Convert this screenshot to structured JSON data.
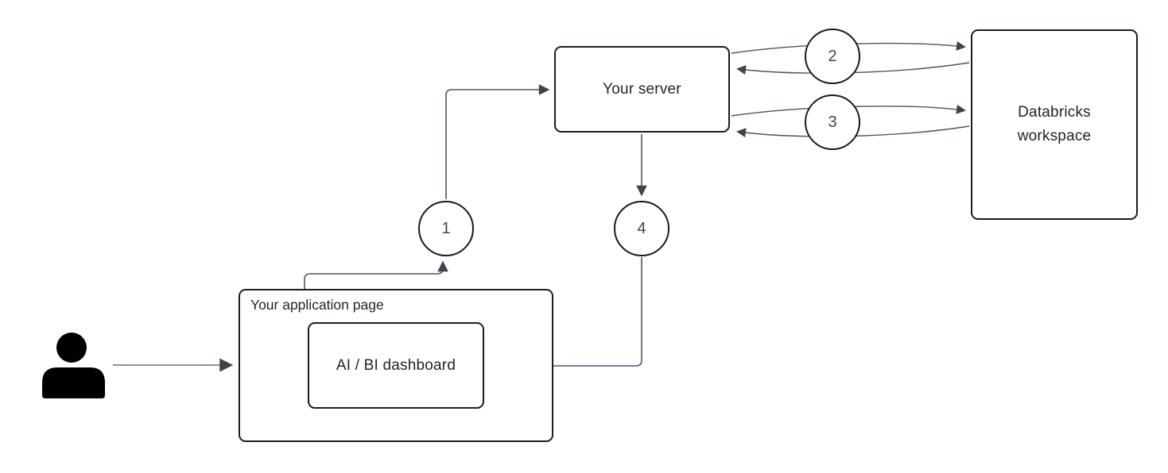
{
  "diagram": {
    "nodes": {
      "user": {
        "icon": "user-icon"
      },
      "application_page": {
        "label": "Your application page"
      },
      "dashboard": {
        "label": "AI / BI dashboard"
      },
      "server": {
        "label": "Your server"
      },
      "databricks_workspace": {
        "label": "Databricks workspace"
      }
    },
    "steps": [
      {
        "label": "1"
      },
      {
        "label": "2"
      },
      {
        "label": "3"
      },
      {
        "label": "4"
      }
    ],
    "colors": {
      "box_border": "#171c26",
      "connector": "#4c5463",
      "user_arrow": "#8b929c",
      "arrowhead": "#3c4450",
      "text": "#20252e",
      "background": "#ffffff"
    }
  }
}
